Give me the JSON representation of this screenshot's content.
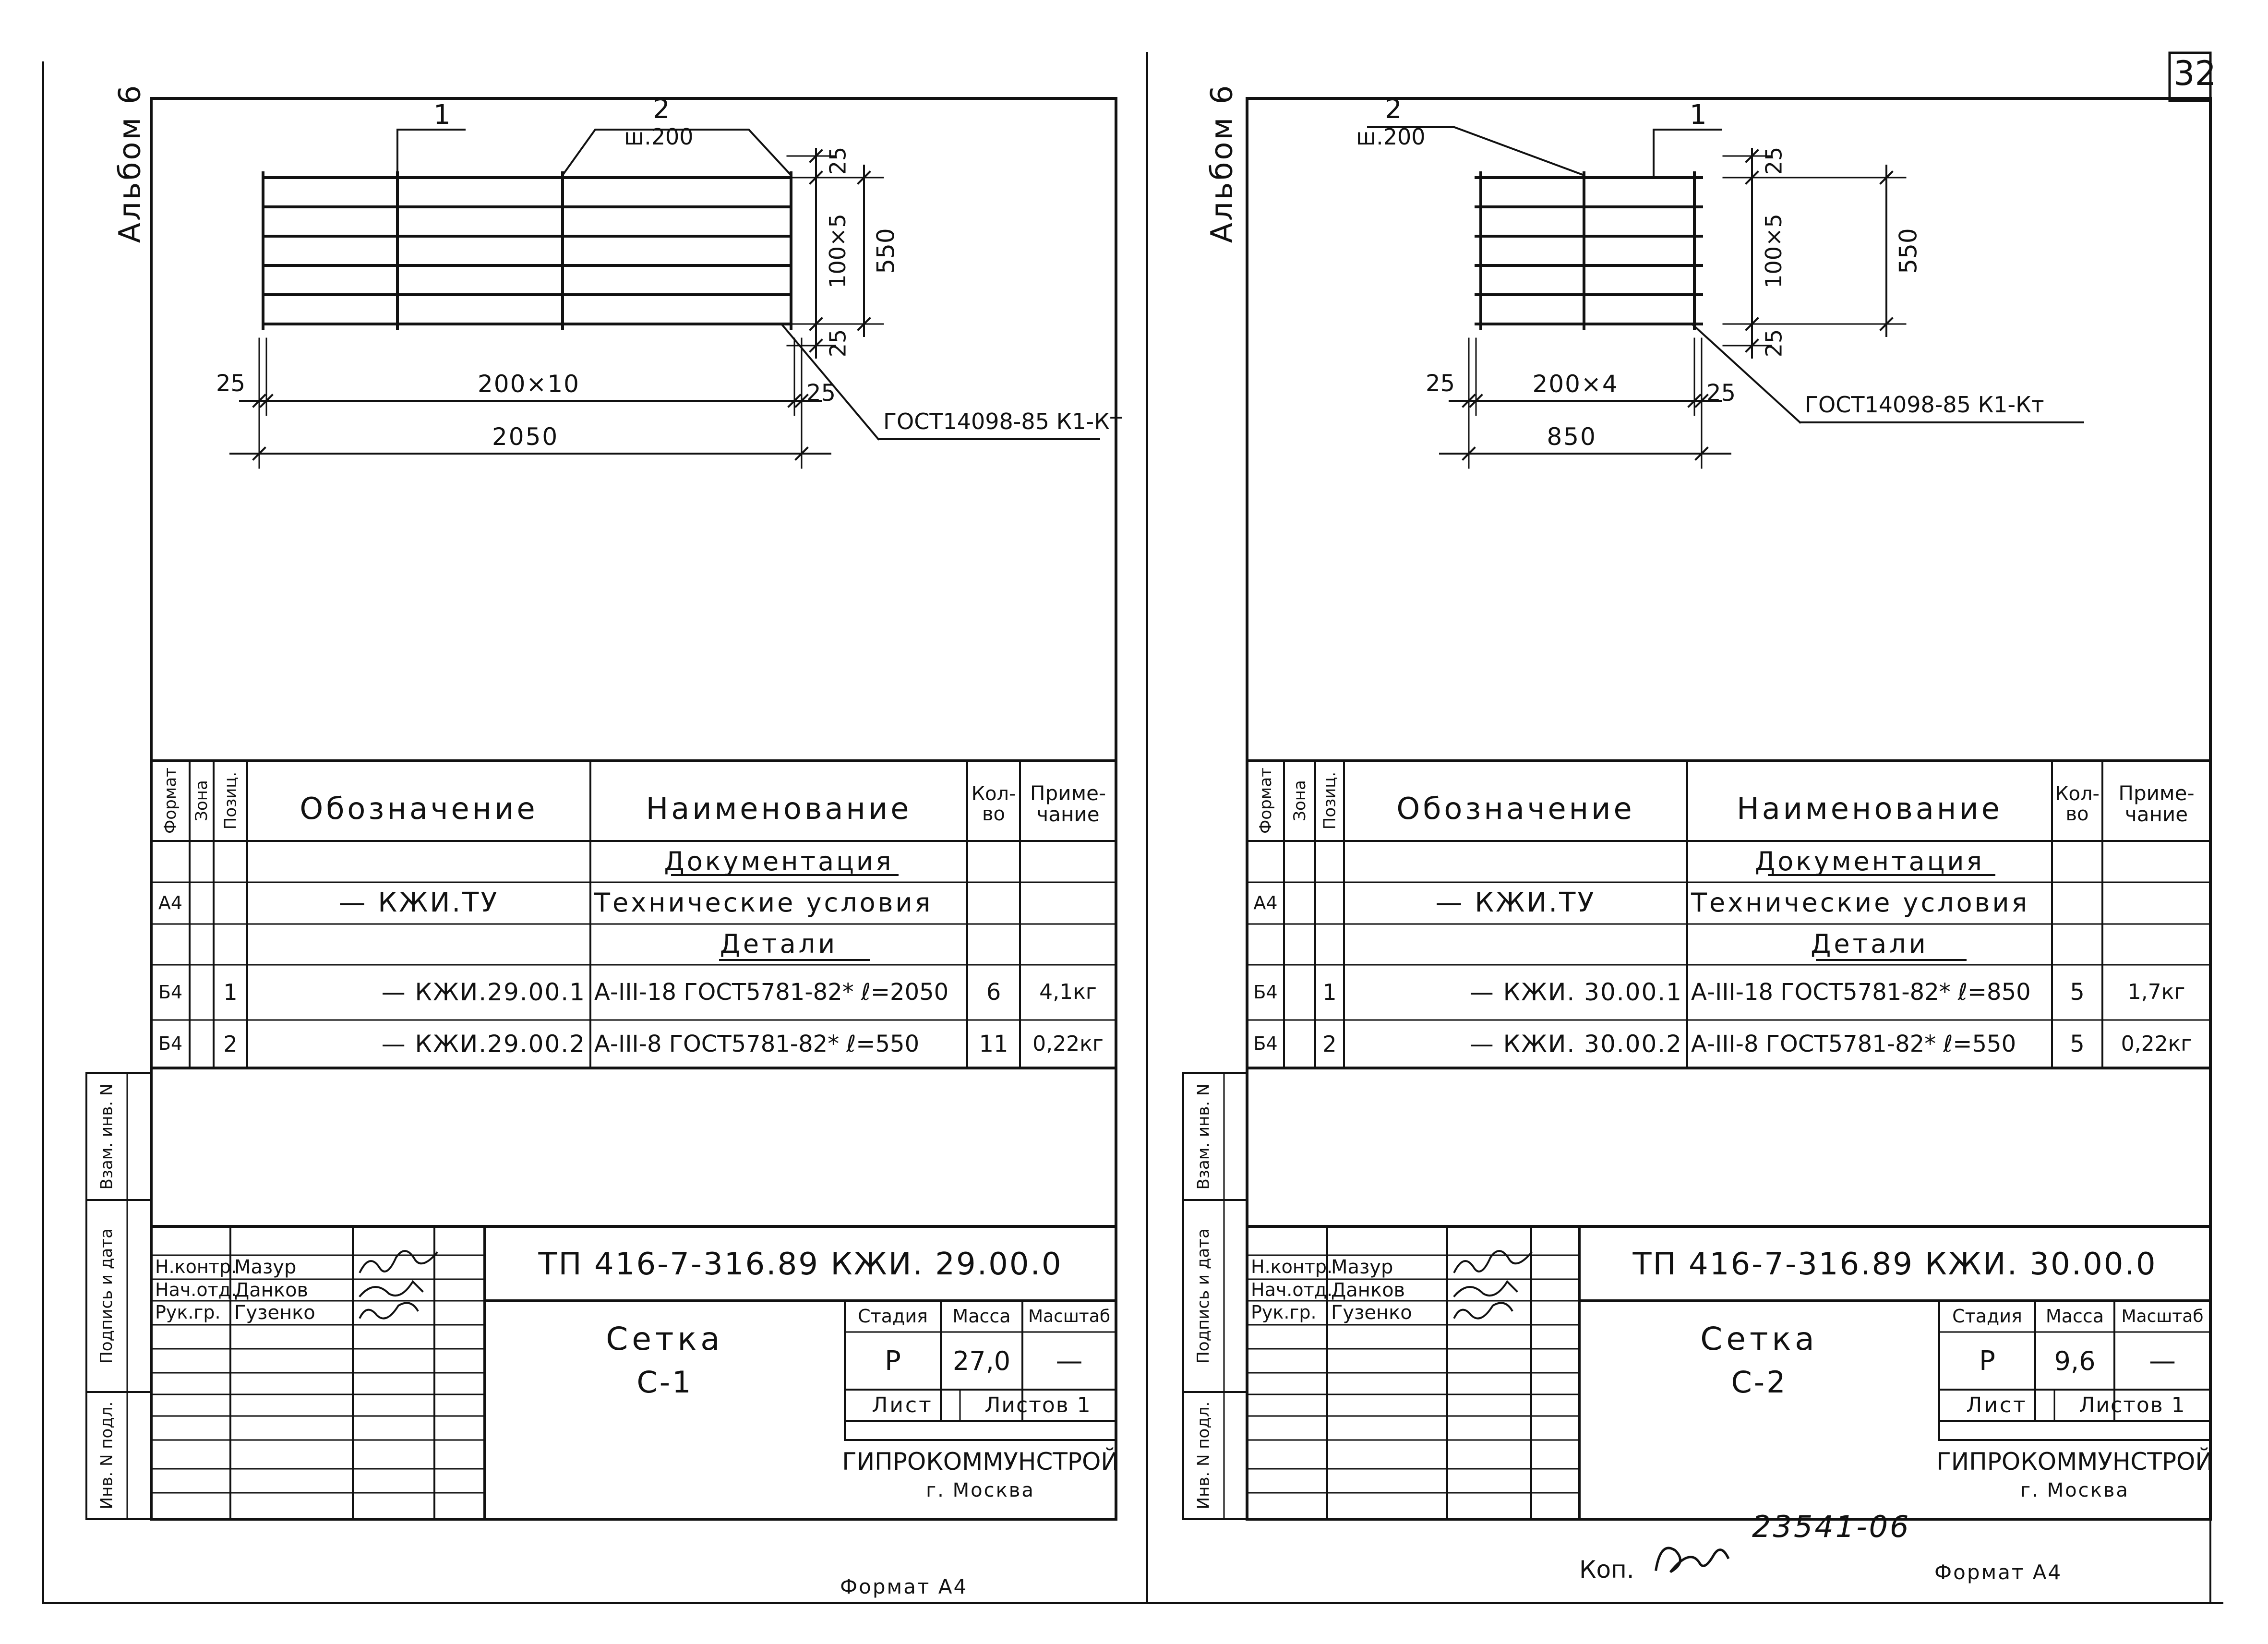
{
  "page_number": "32",
  "copy_note": "Коп.",
  "inventory_number": "23541-06",
  "sheet_format": "Формат А4",
  "side_stamp": {
    "inv_podl": "Инв. N подл.",
    "podpis_data": "Подпись и дата",
    "vzam_inv": "Взам. инв. N"
  },
  "spec_headers": {
    "format": "Формат",
    "zona": "Зона",
    "pozits": "Позиц.",
    "oboznachenie": "Обозначение",
    "naimenovanie": "Наименование",
    "kolvo": "Кол-во",
    "primechanie": "Приме-чание"
  },
  "title_labels": {
    "n_kontr": "Н.контр.",
    "nach_otd": "Нач.отд.",
    "ruk_gr": "Рук.гр.",
    "stadiya": "Стадия",
    "massa": "Масса",
    "masshtab": "Масштаб",
    "list": "Лист",
    "listov": "Листов 1",
    "org": "ГИПРОКОММУНСТРОЙ",
    "city": "г. Москва"
  },
  "people": {
    "n_kontr": "Мазур",
    "nach_otd": "Данков",
    "ruk_gr": "Гузенко"
  },
  "sheet_left": {
    "album": "Альбом 6",
    "pos1": "1",
    "pos2": "2",
    "weld_step": "ш.200",
    "dim_top": "25",
    "dim_mid": "100×5",
    "dim_bot": "25",
    "dim_height": "550",
    "dim_left": "25",
    "dim_span": "200×10",
    "dim_right": "25",
    "dim_total": "2050",
    "gost_weld": "ГОСТ14098-85 К1-Кт",
    "section_docs": "Документация",
    "section_parts": "Детали",
    "row_doc": {
      "format": "А4",
      "oboz": "— КЖИ.ТУ",
      "name": "Технические условия"
    },
    "rows": [
      {
        "format": "Б4",
        "pos": "1",
        "oboz": "— КЖИ.29.00.1",
        "name": "А-III-18 ГОСТ5781-82* ℓ=2050",
        "kol": "6",
        "prim": "4,1кг"
      },
      {
        "format": "Б4",
        "pos": "2",
        "oboz": "— КЖИ.29.00.2",
        "name": "А-III-8 ГОСТ5781-82* ℓ=550",
        "kol": "11",
        "prim": "0,22кг"
      }
    ],
    "doc_code": "ТП 416-7-316.89  КЖИ. 29.00.0",
    "title": "Сетка",
    "title_mark": "С-1",
    "stage": "Р",
    "mass": "27,0",
    "scale": "—"
  },
  "sheet_right": {
    "album": "Альбом 6",
    "pos1": "1",
    "pos2": "2",
    "weld_step": "ш.200",
    "dim_top": "25",
    "dim_mid": "100×5",
    "dim_bot": "25",
    "dim_height": "550",
    "dim_left": "25",
    "dim_span": "200×4",
    "dim_right": "25",
    "dim_total": "850",
    "gost_weld": "ГОСТ14098-85 К1-Кт",
    "section_docs": "Документация",
    "section_parts": "Детали",
    "row_doc": {
      "format": "А4",
      "oboz": "— КЖИ.ТУ",
      "name": "Технические условия"
    },
    "rows": [
      {
        "format": "Б4",
        "pos": "1",
        "oboz": "— КЖИ. 30.00.1",
        "name": "А-III-18 ГОСТ5781-82* ℓ=850",
        "kol": "5",
        "prim": "1,7кг"
      },
      {
        "format": "Б4",
        "pos": "2",
        "oboz": "— КЖИ. 30.00.2",
        "name": "А-III-8 ГОСТ5781-82* ℓ=550",
        "kol": "5",
        "prim": "0,22кг"
      }
    ],
    "doc_code": "ТП 416-7-316.89  КЖИ. 30.00.0",
    "title": "Сетка",
    "title_mark": "С-2",
    "stage": "Р",
    "mass": "9,6",
    "scale": "—"
  }
}
